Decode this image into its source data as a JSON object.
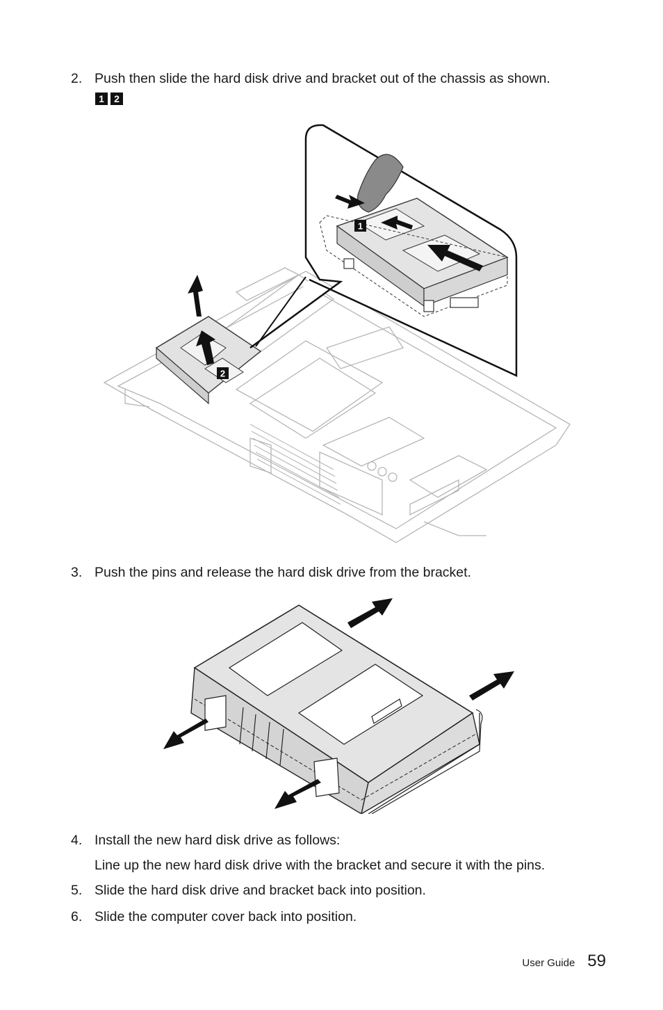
{
  "steps": [
    {
      "num": "2.",
      "text": "Push then slide the hard disk drive and bracket out of the chassis as shown."
    },
    {
      "num": "3.",
      "text": "Push the pins and release the hard disk drive from the bracket."
    },
    {
      "num": "4.",
      "text": "Install the new hard disk drive as follows:"
    },
    {
      "num": "5.",
      "text": "Slide the hard disk drive and bracket back into position."
    },
    {
      "num": "6.",
      "text": "Slide the computer cover back into position."
    }
  ],
  "step4_detail": "Line up the new hard disk drive with the bracket and secure it with the pins.",
  "callouts": [
    "1",
    "2"
  ],
  "footer": {
    "label": "User Guide",
    "page": "59"
  }
}
